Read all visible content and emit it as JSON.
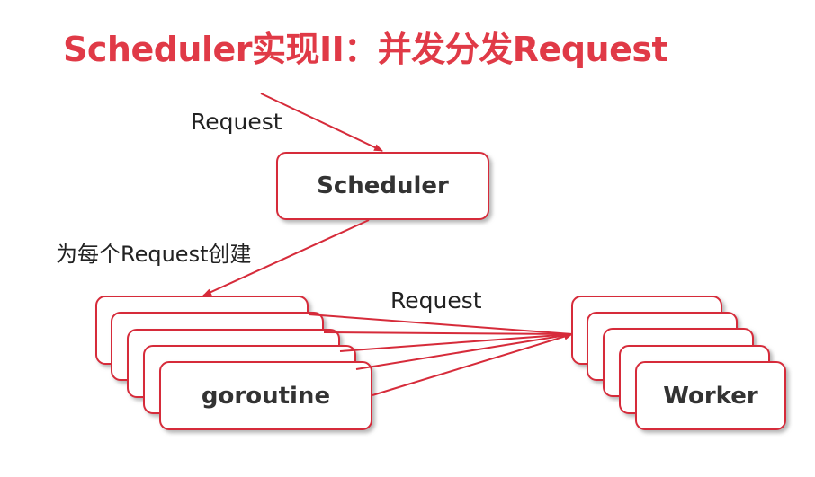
{
  "title": "Scheduler实现II：并发分发Request",
  "labels": {
    "request_in": "Request",
    "create_per_request": "为每个Request创建",
    "request_out": "Request"
  },
  "scheduler": {
    "label": "Scheduler"
  },
  "goroutine_stack": {
    "front_label": "goroutine"
  },
  "worker_stack": {
    "front_label": "Worker"
  },
  "colors": {
    "accent": "#e03a47",
    "box_border": "#d62b3a",
    "arrow": "#d62b3a",
    "text": "#222222"
  }
}
